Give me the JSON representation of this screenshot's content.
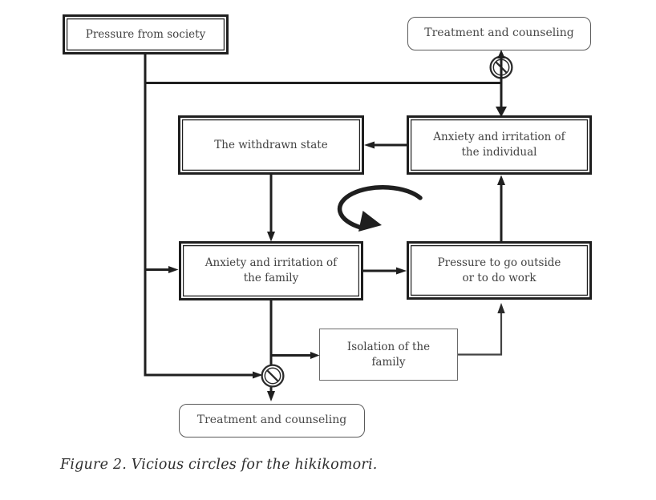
{
  "figure": {
    "caption": "Figure 2. Vicious circles for the hikikomori."
  },
  "nodes": {
    "pressure_society": {
      "lines": [
        "Pressure from society"
      ]
    },
    "treatment_top": {
      "lines": [
        "Treatment and counseling"
      ]
    },
    "withdrawn": {
      "lines": [
        "The withdrawn state"
      ]
    },
    "individual": {
      "lines": [
        "Anxiety and irritation of",
        "the individual"
      ]
    },
    "family": {
      "lines": [
        "Anxiety and irritation of",
        "the family"
      ]
    },
    "pressure_outside": {
      "lines": [
        "Pressure to go outside",
        "or to do work"
      ]
    },
    "isolation": {
      "lines": [
        "Isolation of the",
        "family"
      ]
    },
    "treatment_bottom": {
      "lines": [
        "Treatment and counseling"
      ]
    }
  },
  "icons": {
    "no_entry_top": "no-entry-icon",
    "no_entry_bottom": "no-entry-icon",
    "cycle": "cycle-arrow-icon"
  },
  "colors": {
    "line": "#1f1f1f",
    "thick_border": "#1f1f1f",
    "thin_border": "#6a6a6a",
    "text": "#424242",
    "background": "#ffffff"
  }
}
